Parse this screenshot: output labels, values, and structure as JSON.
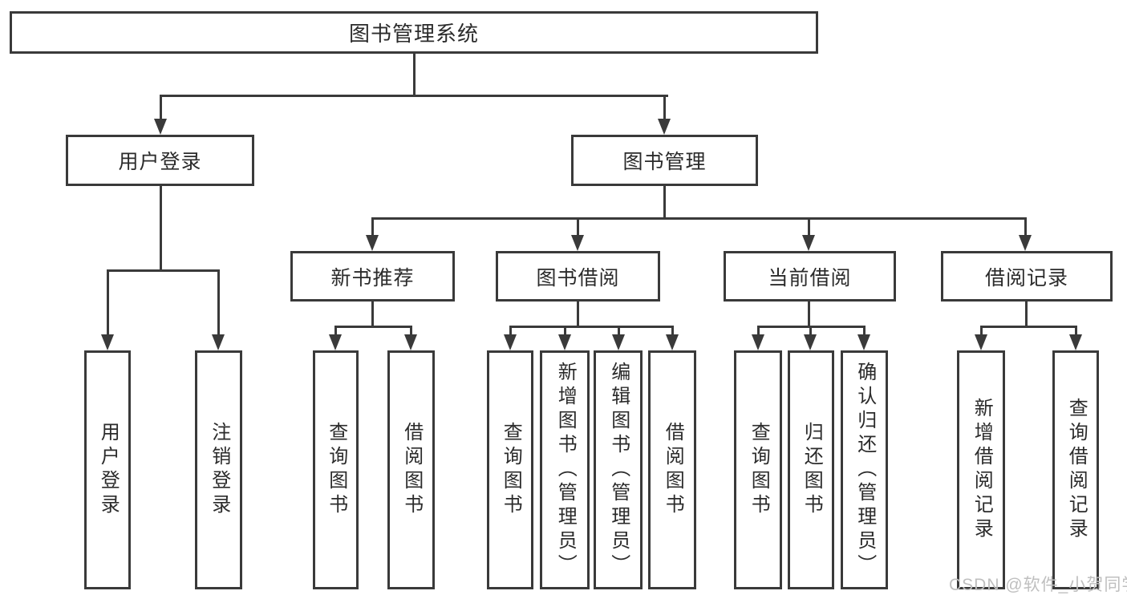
{
  "diagram": {
    "root": {
      "label": "图书管理系统"
    },
    "branches": [
      {
        "label": "用户登录",
        "children": [
          {
            "label": "用户登录"
          },
          {
            "label": "注销登录"
          }
        ]
      },
      {
        "label": "图书管理",
        "children": [
          {
            "label": "新书推荐",
            "children": [
              {
                "label": "查询图书"
              },
              {
                "label": "借阅图书"
              }
            ]
          },
          {
            "label": "图书借阅",
            "children": [
              {
                "label": "查询图书"
              },
              {
                "label": "新增图书（管理员）"
              },
              {
                "label": "编辑图书（管理员）"
              },
              {
                "label": "借阅图书"
              }
            ]
          },
          {
            "label": "当前借阅",
            "children": [
              {
                "label": "查询图书"
              },
              {
                "label": "归还图书"
              },
              {
                "label": "确认归还（管理员）"
              }
            ]
          },
          {
            "label": "借阅记录",
            "children": [
              {
                "label": "新增借阅记录"
              },
              {
                "label": "查询借阅记录"
              }
            ]
          }
        ]
      }
    ]
  },
  "watermark": {
    "text": "CSDN @软件_小贺同学"
  },
  "colors": {
    "line": "#3a3a3a",
    "text": "#2b2b2b",
    "background": "#ffffff",
    "watermark": "#bfbfbf"
  }
}
